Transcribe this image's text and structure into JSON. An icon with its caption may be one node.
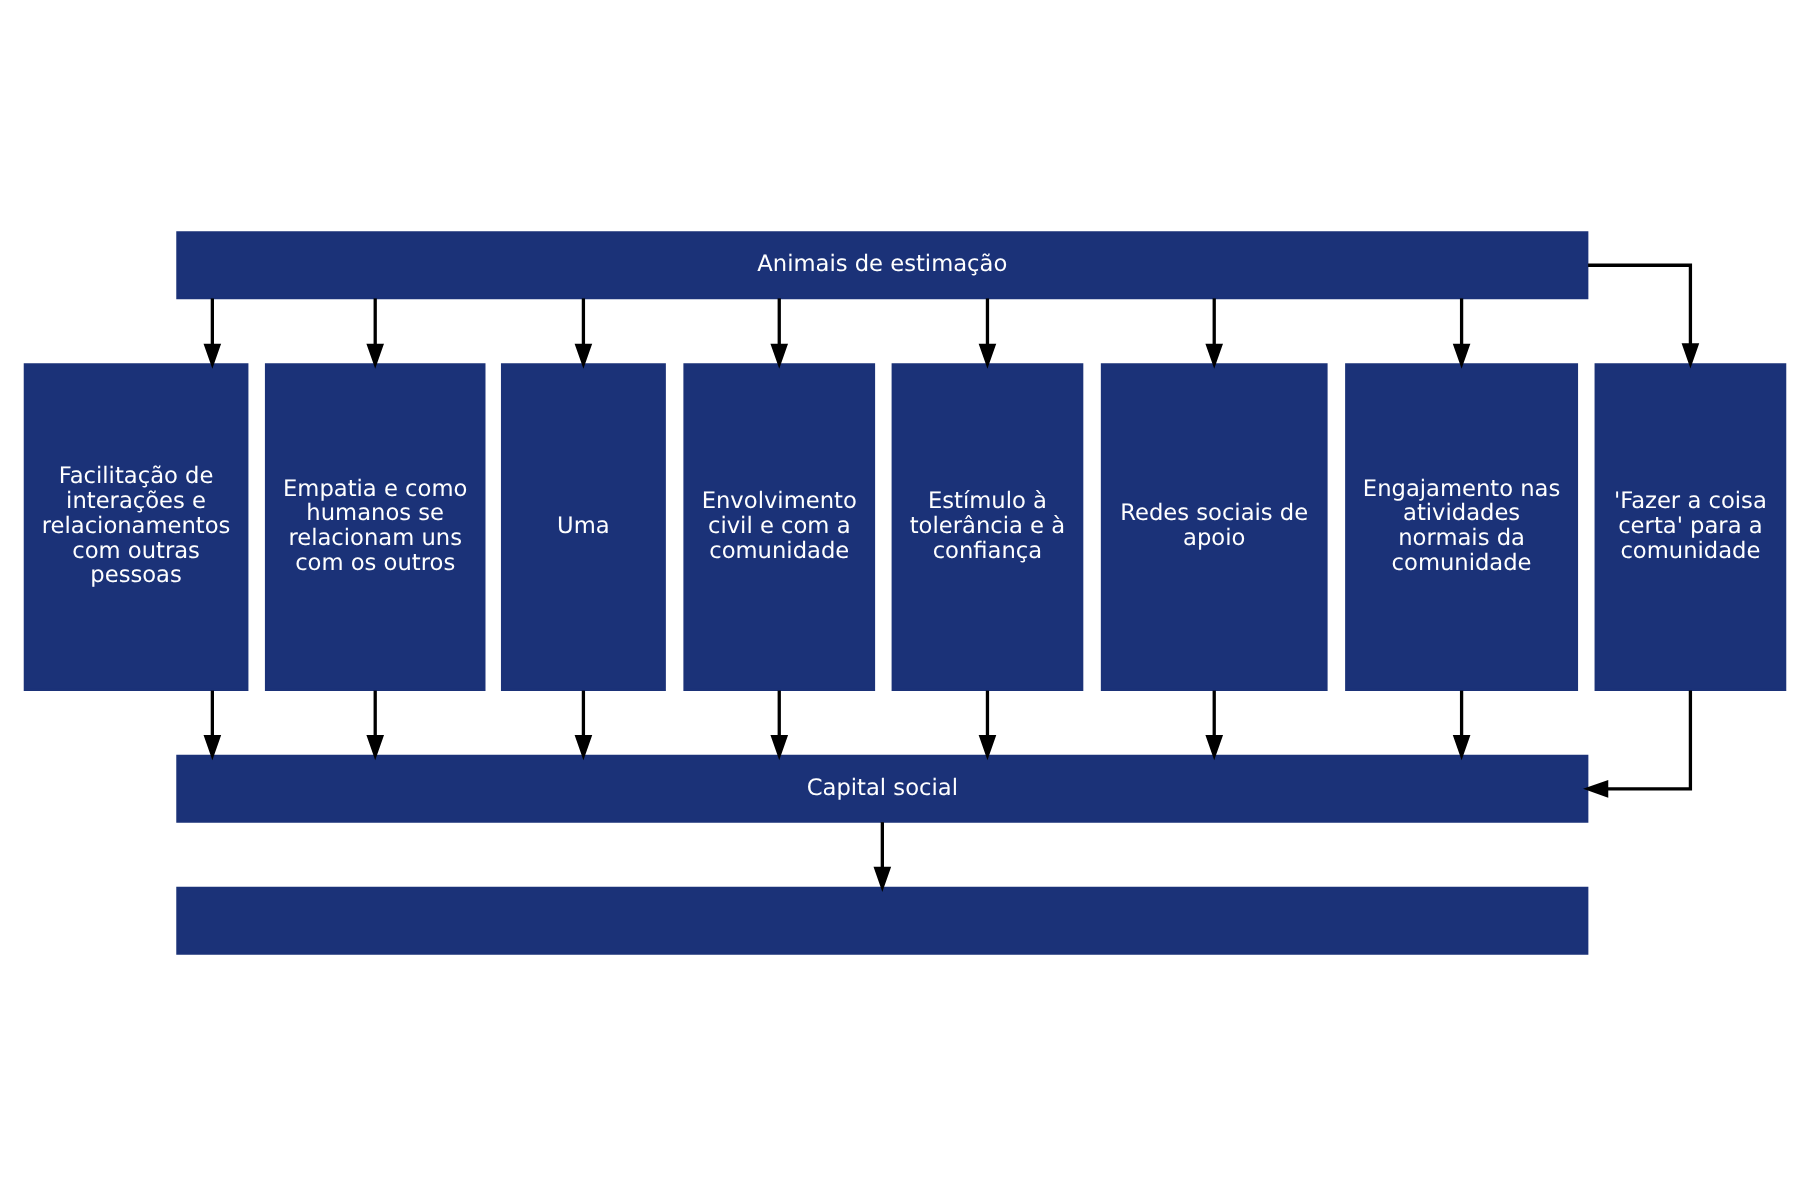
{
  "diagram": {
    "nodes": [
      {
        "text": [
          "Animais de estimação"
        ]
      },
      {
        "text": [
          "Facilitação de interações e relacionamentos com outras pessoas"
        ]
      },
      {
        "text": [
          "Empatia e como humanos se relacionam uns com os outros"
        ]
      },
      {
        "text": [
          "Uma"
        ]
      },
      {
        "text": [
          "Envolvimento civil e com a comunidade"
        ]
      },
      {
        "text": [
          "Estímulo à tolerância e à confiança"
        ]
      },
      {
        "text": [
          "Redes sociais de apoio"
        ]
      },
      {
        "text": [
          "Engajamento nas atividades normais da comunidade"
        ]
      },
      {
        "text": [
          "'Fazer a coisa certa' para a comunidade"
        ]
      },
      {
        "text": [
          "Capital social"
        ]
      },
      {
        "text": [],
        "shape": "box"
      }
    ],
    "edges": [
      {
        "from": 0,
        "to": 1,
        "arrow": "to"
      },
      {
        "from": 0,
        "to": 2,
        "arrow": "to"
      },
      {
        "from": 0,
        "to": 3,
        "arrow": "to"
      },
      {
        "from": 0,
        "to": 4,
        "arrow": "to"
      },
      {
        "from": 0,
        "to": 5,
        "arrow": "to"
      },
      {
        "from": 0,
        "to": 6,
        "arrow": "to"
      },
      {
        "from": 0,
        "to": 7,
        "arrow": "to"
      },
      {
        "from": 0,
        "to": 8,
        "arrow": "to"
      },
      {
        "from": 1,
        "to": 9,
        "arrow": "to"
      },
      {
        "from": 2,
        "to": 9,
        "arrow": "to"
      },
      {
        "from": 3,
        "to": 9,
        "arrow": "to"
      },
      {
        "from": 4,
        "to": 9,
        "arrow": "to"
      },
      {
        "from": 5,
        "to": 9,
        "arrow": "to"
      },
      {
        "from": 6,
        "to": 9,
        "arrow": "to"
      },
      {
        "from": 7,
        "to": 9,
        "arrow": "to"
      },
      {
        "from": 8,
        "to": 9,
        "arrow": "to"
      },
      {
        "from": 9,
        "to": 10,
        "arrow": "to"
      }
    ]
  }
}
